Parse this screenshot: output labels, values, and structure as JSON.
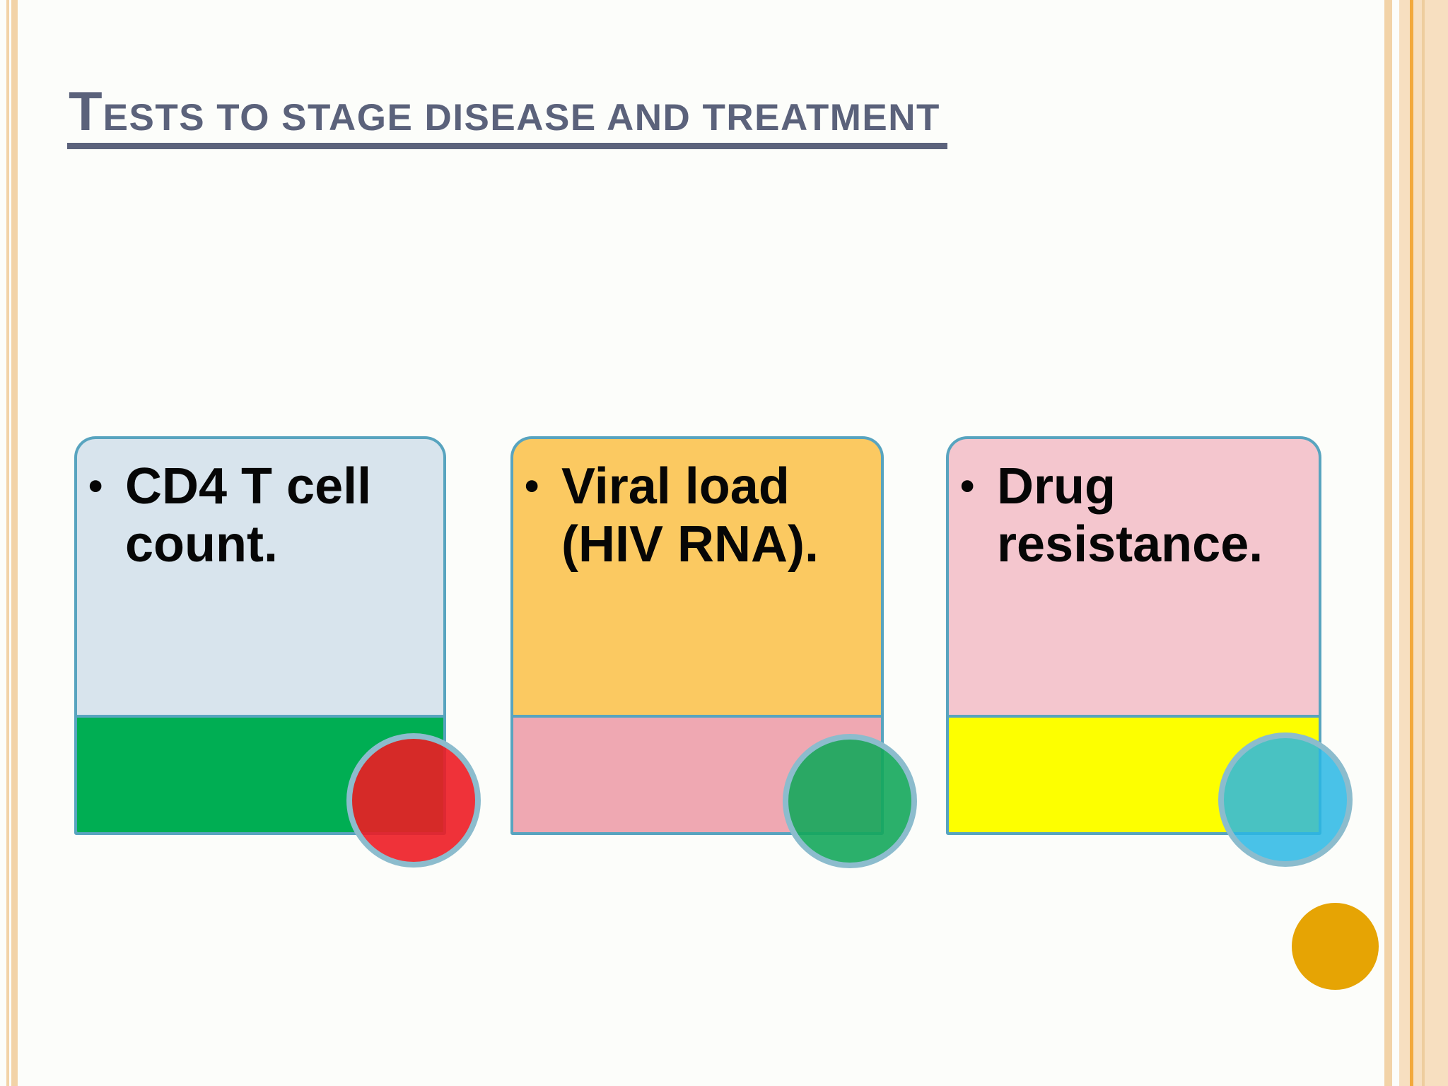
{
  "slide": {
    "title": {
      "text": "Tests to stage disease and treatment",
      "initial": "T",
      "rest": "ests to stage disease and treatment"
    },
    "cards": [
      {
        "bullet": "•",
        "label": "CD4 T cell count.",
        "body_color": "#d8e4ed",
        "bar_color": "#00ae53",
        "badge_color": "rgba(237,28,36,0.9)"
      },
      {
        "bullet": "•",
        "label": "Viral load (HIV RNA).",
        "body_color": "#fbc961",
        "bar_color": "#efa8b2",
        "badge_color": "rgba(20,167,91,0.9)"
      },
      {
        "bullet": "•",
        "label": "Drug resistance.",
        "body_color": "#f4c6ce",
        "bar_color": "#fdff00",
        "badge_color": "rgba(41,183,228,0.85)"
      }
    ],
    "accent_dot_color": "#e6a404",
    "colors": {
      "page_bg": "#fcfdfa",
      "title_color": "#5b627b",
      "card_border": "#58a4bf",
      "badge_ring": "#8cbccd",
      "stripe": "#f2d3a7",
      "stripe_band": "#f7dfc0",
      "stripe_line": "#f2a93c",
      "stripe_line2": "#eecd9e"
    }
  }
}
